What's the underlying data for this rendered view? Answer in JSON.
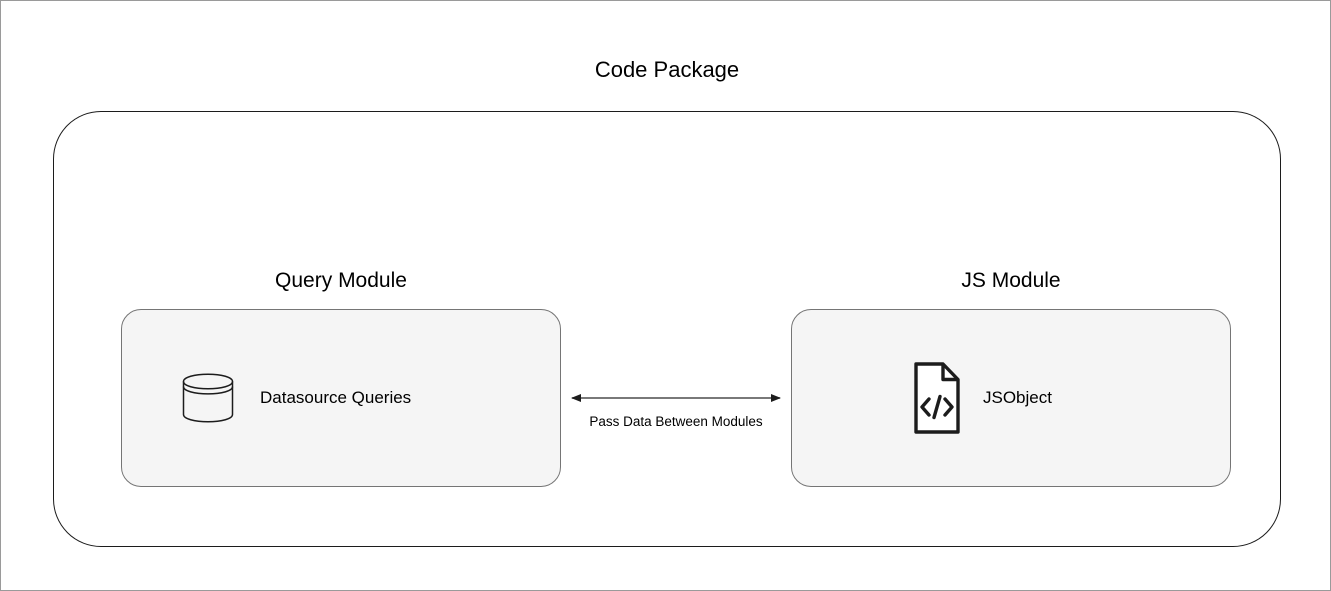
{
  "diagram": {
    "title": "Code Package",
    "modules": [
      {
        "key": "query",
        "label": "Query Module",
        "item_label": "Datasource Queries",
        "icon": "database-cylinder-icon"
      },
      {
        "key": "js",
        "label": "JS Module",
        "item_label": "JSObject",
        "icon": "code-file-icon"
      }
    ],
    "connector": {
      "label": "Pass Data Between Modules",
      "direction": "bidirectional"
    },
    "colors": {
      "page_border": "#9a9a9a",
      "outline": "#1c1c1c",
      "module_fill": "#f5f5f5",
      "module_border": "#757575",
      "text": "#000000",
      "arrow": "#4d4d4d"
    }
  }
}
